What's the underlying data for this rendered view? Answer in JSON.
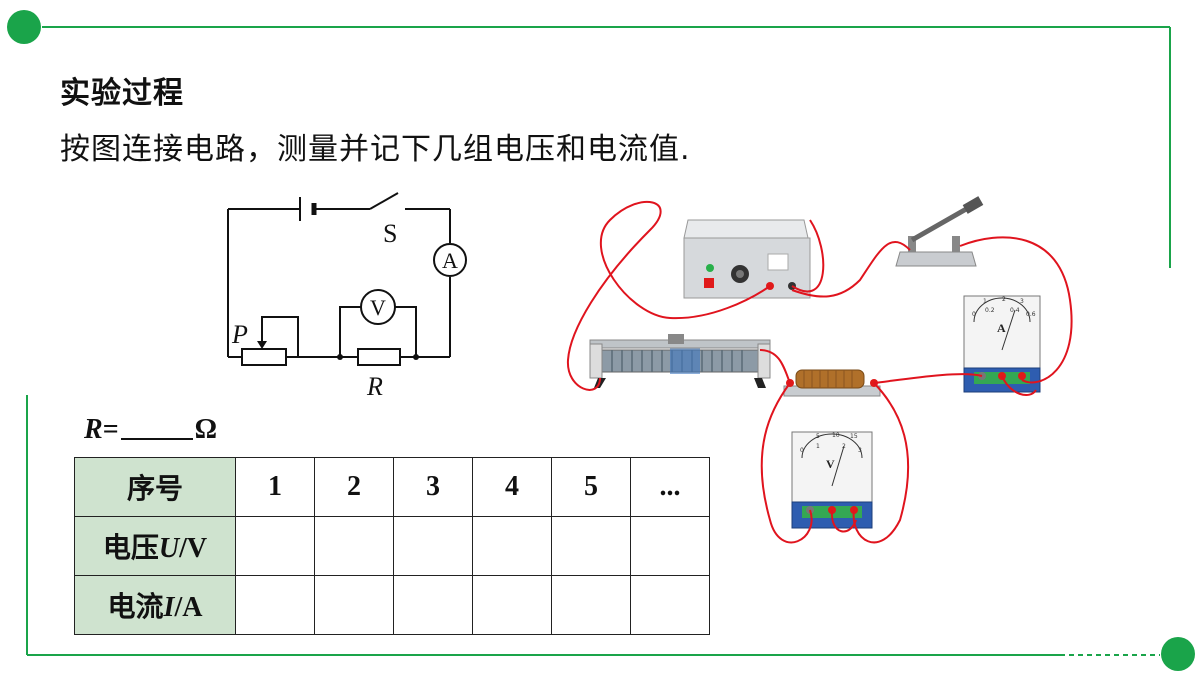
{
  "section_title": "实验过程",
  "instruction": "按图连接电路，测量并记下几组电压和电流值.",
  "circuit": {
    "switch_label": "S",
    "ammeter_label": "A",
    "voltmeter_label": "V",
    "slider_label": "P",
    "resistor_label": "R"
  },
  "apparatus": {
    "ammeter_face_label": "A",
    "voltmeter_face_label": "V",
    "ammeter_scale": [
      "0",
      "0.2",
      "0.4",
      "0.6"
    ],
    "ammeter_scale_top": [
      "1",
      "2",
      "3"
    ],
    "voltmeter_scale": [
      "0",
      "1",
      "2",
      "3"
    ],
    "voltmeter_scale_top": [
      "5",
      "10",
      "15"
    ],
    "wire_color": "#e0141e"
  },
  "resistance": {
    "symbol": "R",
    "equals": "=",
    "unit": "Ω"
  },
  "table": {
    "header_label": "序号",
    "columns": [
      "1",
      "2",
      "3",
      "4",
      "5",
      "..."
    ],
    "voltage_label_prefix": "电压",
    "voltage_symbol": "U",
    "voltage_unit": "/V",
    "current_label_prefix": "电流",
    "current_symbol": "I",
    "current_unit": "/A"
  },
  "colors": {
    "accent_green": "#1aa44a",
    "header_fill": "#cfe3cf"
  }
}
